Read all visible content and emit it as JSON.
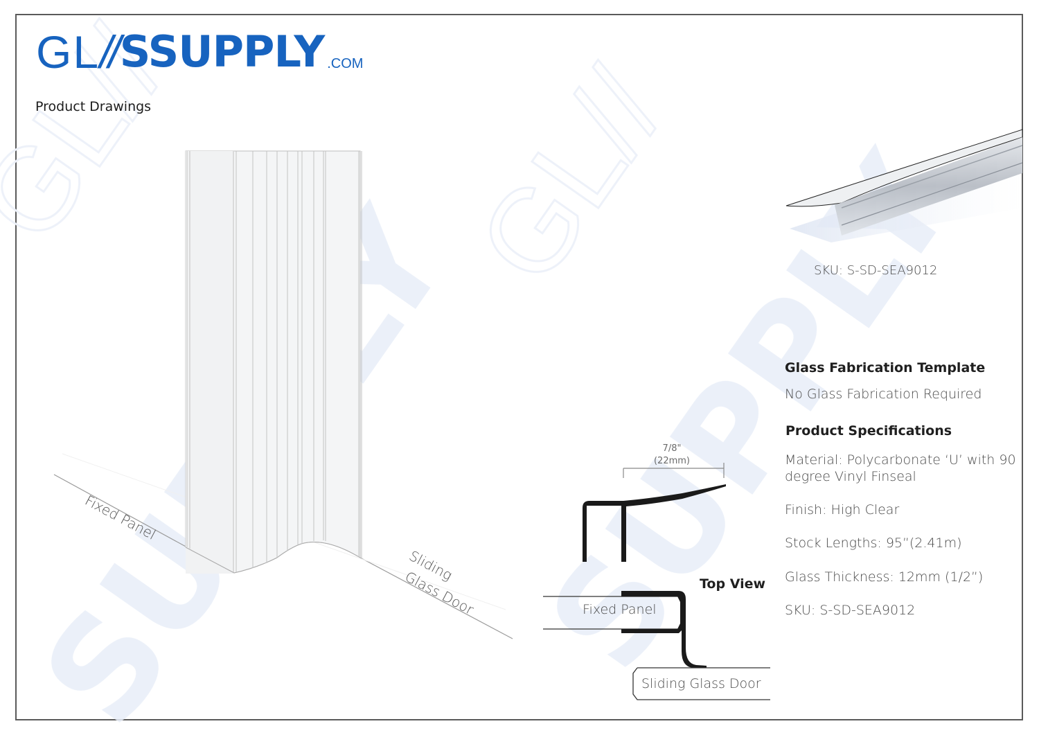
{
  "header": {
    "logo": {
      "part_light": "GL//",
      "part_bold": "SSUPPLY",
      "part_light_a": "GL",
      "part_slashes_a": "//",
      "part_bold_a": "SSUPPLY",
      "domain_suffix": ".COM",
      "brand_color": "#1763bf"
    },
    "section_title": "Product Drawings"
  },
  "iso_drawing": {
    "label_left": "Fixed Panel",
    "label_right_line1": "Sliding",
    "label_right_line2": "Glass Door"
  },
  "profile_drawing": {
    "dimension_imperial": "7/8\"",
    "dimension_metric": "(22mm)"
  },
  "top_view": {
    "title": "Top View",
    "fixed_panel_label": "Fixed Panel",
    "sliding_door_label": "Sliding Glass Door"
  },
  "product_image": {
    "sku_caption": "SKU: S-SD-SEA9012"
  },
  "fabrication": {
    "heading": "Glass Fabrication Template",
    "text": "No Glass Fabrication Required"
  },
  "specifications": {
    "heading": "Product Specifications",
    "items": [
      {
        "label": "Material: Polycarbonate ‘U’ with 90 degree Vinyl Finseal"
      },
      {
        "label": "Finish: High Clear"
      },
      {
        "label": "Stock Lengths: 95”(2.41m)"
      },
      {
        "label": "Glass Thickness: 12mm (1/2”)"
      },
      {
        "label": "SKU: S-SD-SEA9012"
      }
    ]
  },
  "colors": {
    "frame_border": "#5a5a5a",
    "watermark": "#e9eff9",
    "profile_black": "#1a1a1a"
  }
}
